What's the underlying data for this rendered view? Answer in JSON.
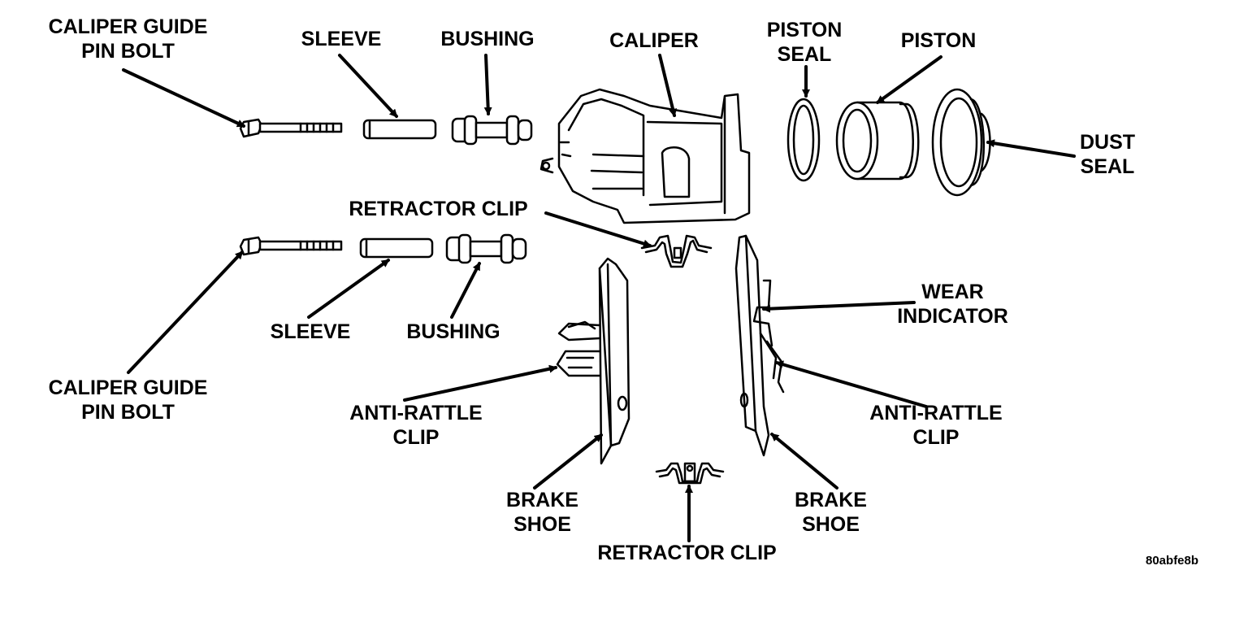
{
  "labels": {
    "guide_bolt_top": [
      "CALIPER GUIDE",
      "PIN BOLT"
    ],
    "sleeve_top": "SLEEVE",
    "bushing_top": "BUSHING",
    "caliper": "CALIPER",
    "piston_seal": [
      "PISTON",
      "SEAL"
    ],
    "piston": "PISTON",
    "dust_seal": [
      "DUST",
      "SEAL"
    ],
    "retractor_clip_top": "RETRACTOR CLIP",
    "sleeve_bottom": "SLEEVE",
    "bushing_bottom": "BUSHING",
    "guide_bolt_bottom": [
      "CALIPER GUIDE",
      "PIN BOLT"
    ],
    "wear_indicator": [
      "WEAR",
      "INDICATOR"
    ],
    "anti_rattle_left": [
      "ANTI-RATTLE",
      "CLIP"
    ],
    "anti_rattle_right": [
      "ANTI-RATTLE",
      "CLIP"
    ],
    "brake_shoe_left": [
      "BRAKE",
      "SHOE"
    ],
    "brake_shoe_right": [
      "BRAKE",
      "SHOE"
    ],
    "retractor_clip_bottom": "RETRACTOR CLIP"
  },
  "figure_code": "80abfe8b"
}
